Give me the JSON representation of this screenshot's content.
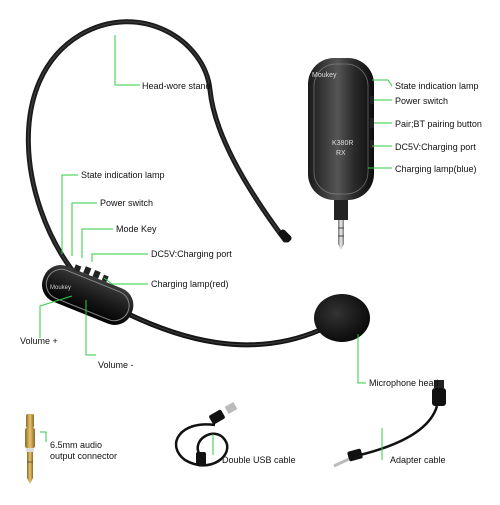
{
  "brand": "Moukey",
  "receiver_model": "K380R",
  "receiver_sub": "RX",
  "headset_brand_text": "Moukey",
  "accent_color": "#2ecc40",
  "labels": {
    "head_stand": "Head-wore stand",
    "rx_state_lamp": "State indication lamp",
    "rx_power_switch": "Power switch",
    "rx_pair_button": "Pair;BT pairing button",
    "rx_charging_port": "DC5V:Charging port",
    "rx_charging_lamp": "Charging lamp(blue)",
    "tx_state_lamp": "State indication lamp",
    "tx_power_switch": "Power switch",
    "tx_mode_key": "Mode Key",
    "tx_charging_port": "DC5V:Charging port",
    "tx_charging_lamp": "Charging lamp(red)",
    "volume_up": "Volume +",
    "volume_down": "Volume -",
    "mic_head": "Microphone head",
    "audio_connector_line1": "6.5mm audio",
    "audio_connector_line2": "output connector",
    "usb_cable": "Double USB cable",
    "adapter_cable": "Adapter cable"
  }
}
